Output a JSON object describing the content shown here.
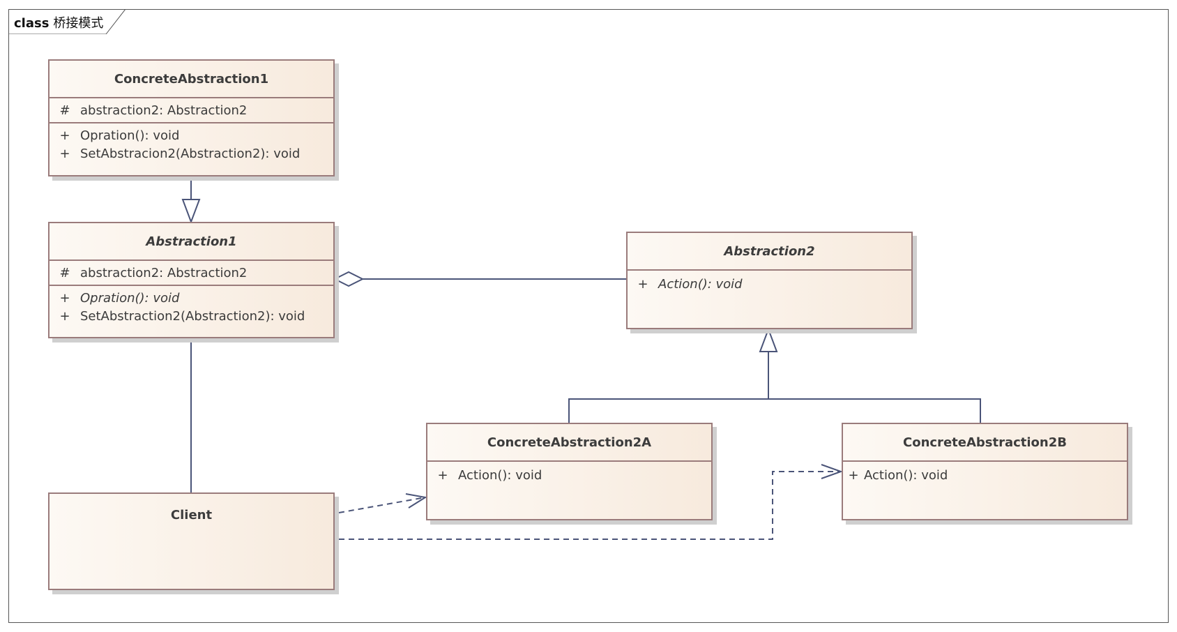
{
  "frame": {
    "keyword": "class",
    "name": "桥接模式"
  },
  "classes": {
    "concrete_abstraction1": {
      "name": "ConcreteAbstraction1",
      "attributes": [
        {
          "vis": "#",
          "text": "abstraction2: Abstraction2"
        }
      ],
      "operations": [
        {
          "vis": "+",
          "text": "Opration(): void"
        },
        {
          "vis": "+",
          "text": "SetAbstracion2(Abstraction2): void"
        }
      ]
    },
    "abstraction1": {
      "name": "Abstraction1",
      "attributes": [
        {
          "vis": "#",
          "text": "abstraction2: Abstraction2"
        }
      ],
      "operations": [
        {
          "vis": "+",
          "text": "Opration(): void"
        },
        {
          "vis": "+",
          "text": "SetAbstraction2(Abstraction2): void"
        }
      ]
    },
    "abstraction2": {
      "name": "Abstraction2",
      "operations": [
        {
          "vis": "+",
          "text": "Action(): void"
        }
      ]
    },
    "concrete_abstraction2a": {
      "name": "ConcreteAbstraction2A",
      "operations": [
        {
          "vis": "+",
          "text": "Action(): void"
        }
      ]
    },
    "concrete_abstraction2b": {
      "name": "ConcreteAbstraction2B",
      "operations": [
        {
          "vis": "+",
          "text": "Action(): void"
        }
      ]
    },
    "client": {
      "name": "Client"
    }
  },
  "colors": {
    "border": "#9a7b7b",
    "connector": "#4a5478",
    "fill_light": "#fdf9f4",
    "fill_dark": "#f7eadd"
  }
}
